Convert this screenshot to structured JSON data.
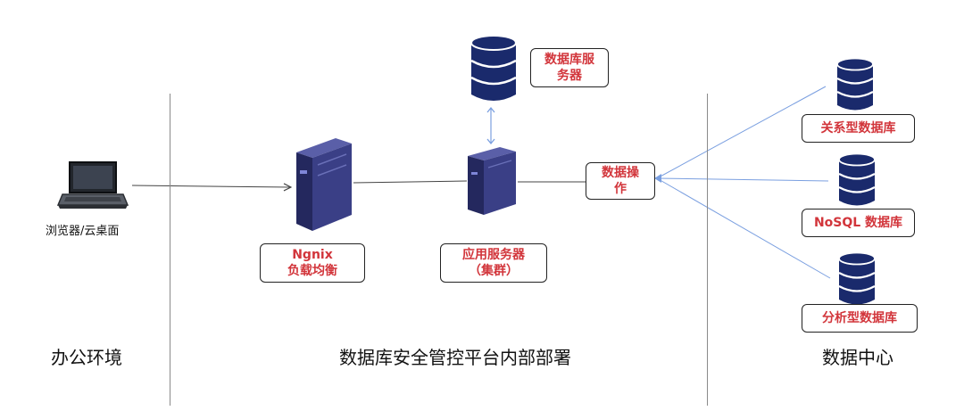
{
  "sections": {
    "office": "办公环境",
    "platform": "数据库安全管控平台内部部署",
    "datacenter": "数据中心"
  },
  "client": {
    "label": "浏览器/云桌面",
    "icon": "laptop-icon"
  },
  "nodes": {
    "nginx": {
      "line1": "Ngnix",
      "line2": "负载均衡",
      "icon": "server-tower-icon"
    },
    "app_server": {
      "line1": "应用服务器",
      "line2": "（集群）",
      "icon": "server-tower-icon"
    },
    "db_server": {
      "line1": "数据库服",
      "line2": "务器",
      "icon": "database-icon"
    },
    "data_ops": {
      "line1": "数据操",
      "line2": "作"
    }
  },
  "databases": [
    {
      "label": "关系型数据库",
      "icon": "database-icon"
    },
    {
      "label": "NoSQL 数据库",
      "icon": "database-icon"
    },
    {
      "label": "分析型数据库",
      "icon": "database-icon"
    }
  ],
  "colors": {
    "label_text": "#d2353b",
    "server_body": "#3a3f86",
    "database_body": "#1a2a6c",
    "connector_blue": "#7a9fe0",
    "connector_dark": "#444444"
  }
}
